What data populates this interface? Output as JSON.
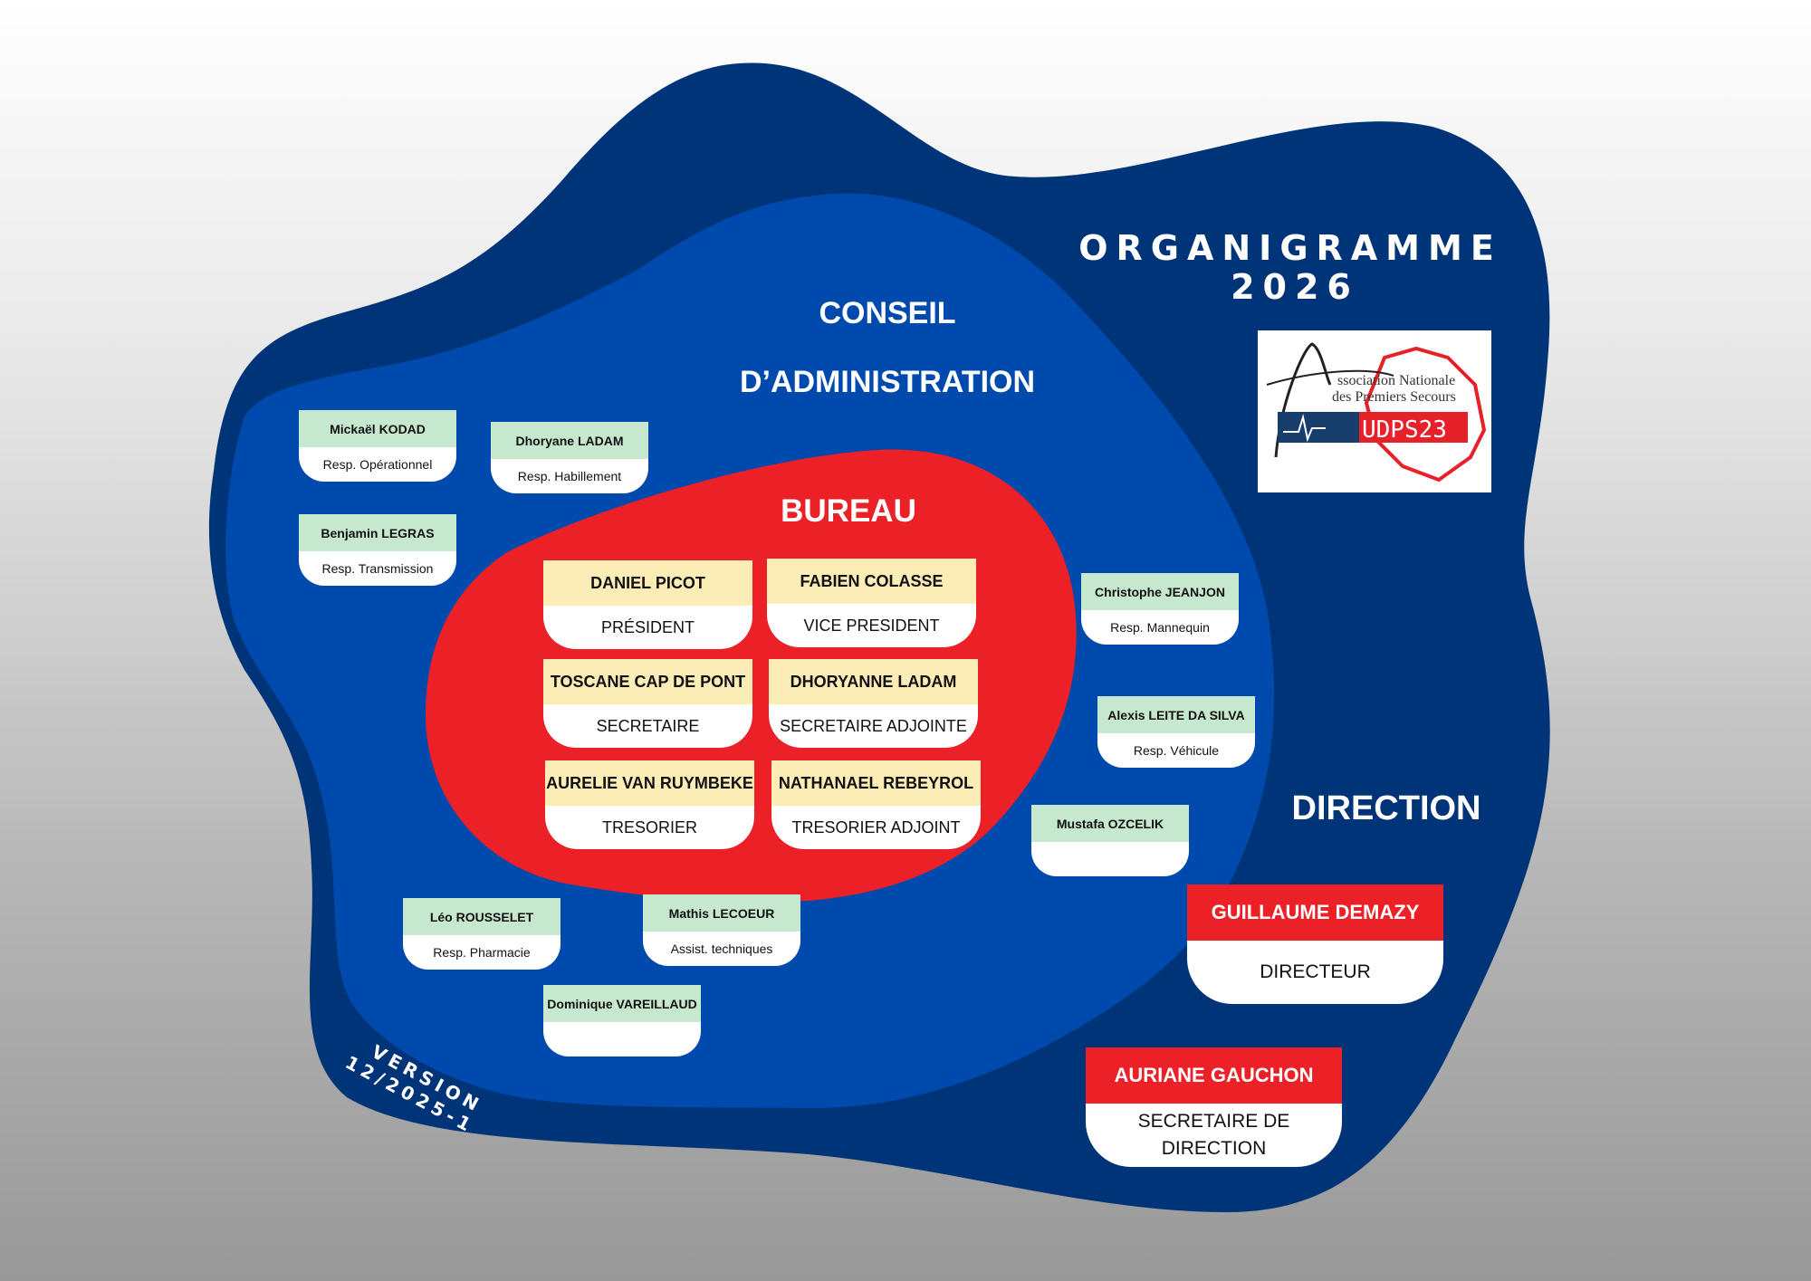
{
  "title": {
    "line1": "ORGANIGRAMME",
    "line2": "2026"
  },
  "colors": {
    "outer": "#003478",
    "middle": "#004aad",
    "bureau": "#ec2027",
    "green": "#c6e8cf",
    "yellow": "#fcecb6"
  },
  "conseil": {
    "line1": "CONSEIL",
    "line2": "D’ADMINISTRATION"
  },
  "bureau": {
    "title": "BUREAU",
    "members": [
      {
        "name": "DANIEL PICOT",
        "role": "PRÉSIDENT"
      },
      {
        "name": "FABIEN COLASSE",
        "role": "VICE PRESIDENT"
      },
      {
        "name": "TOSCANE CAP DE PONT",
        "role": "SECRETAIRE"
      },
      {
        "name": "DHORYANNE LADAM",
        "role": "SECRETAIRE ADJOINTE"
      },
      {
        "name": "AURELIE VAN RUYMBEKE",
        "role": "TRESORIER"
      },
      {
        "name": "NATHANAEL REBEYROL",
        "role": "TRESORIER ADJOINT"
      }
    ]
  },
  "conseil_members": [
    {
      "name": "Mickaël KODAD",
      "role": "Resp. Opérationnel"
    },
    {
      "name": "Dhoryane LADAM",
      "role": "Resp. Habillement"
    },
    {
      "name": "Benjamin LEGRAS",
      "role": "Resp. Transmission"
    },
    {
      "name": "Christophe JEANJON",
      "role": "Resp. Mannequin"
    },
    {
      "name": "Alexis LEITE DA SILVA",
      "role": "Resp. Véhicule"
    },
    {
      "name": "Mustafa OZCELIK",
      "role": ""
    },
    {
      "name": "Léo ROUSSELET",
      "role": "Resp. Pharmacie"
    },
    {
      "name": "Mathis LECOEUR",
      "role": "Assist. techniques"
    },
    {
      "name": "Dominique VAREILLAUD",
      "role": ""
    }
  ],
  "direction": {
    "title": "DIRECTION",
    "members": [
      {
        "name": "GUILLAUME DEMAZY",
        "role1": "DIRECTEUR",
        "role2": ""
      },
      {
        "name": "AURIANE GAUCHON",
        "role1": "SECRETAIRE DE",
        "role2": "DIRECTION"
      }
    ]
  },
  "logo": {
    "line1": "ssociation Nationale",
    "line2": "des Premiers Secours",
    "badge": "UDPS23"
  },
  "version": {
    "line1": "VERSION",
    "line2": "12/2025-1"
  }
}
